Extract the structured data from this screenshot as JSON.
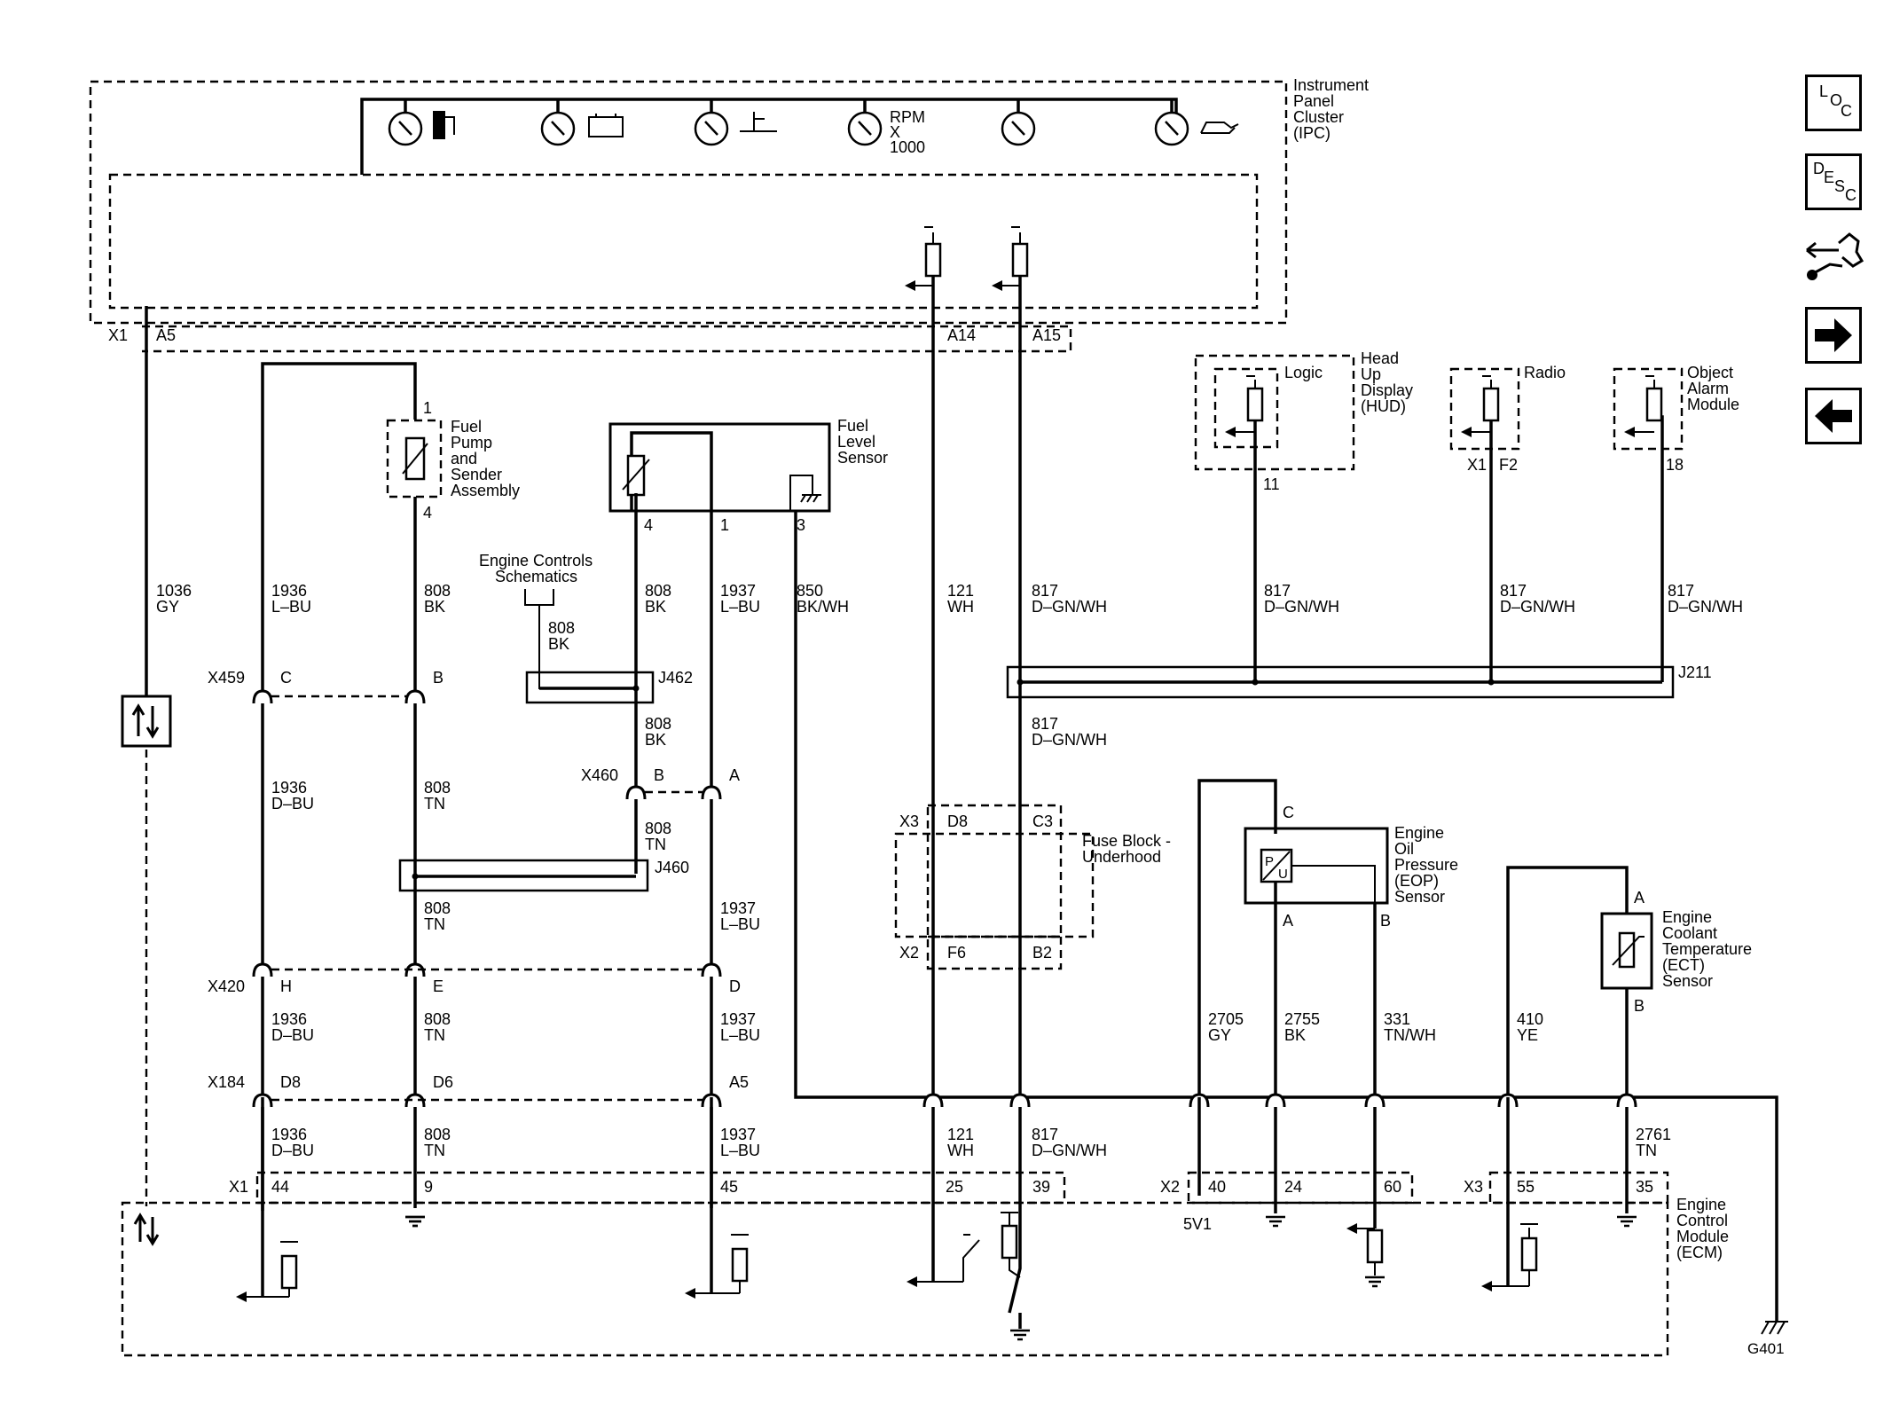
{
  "nav": {
    "loc_parts": [
      "L",
      "O",
      "C"
    ],
    "desc_parts": [
      "D",
      "E",
      "S",
      "C"
    ]
  },
  "modules": {
    "ipc": [
      "Instrument",
      "Panel",
      "Cluster",
      "(IPC)"
    ],
    "rpm": [
      "RPM",
      "X",
      "1000"
    ],
    "fuel_pump": [
      "Fuel",
      "Pump",
      "and",
      "Sender",
      "Assembly"
    ],
    "fuel_level": [
      "Fuel",
      "Level",
      "Sensor"
    ],
    "engine_controls": [
      "Engine Controls",
      "Schematics"
    ],
    "hud": [
      "Head",
      "Up",
      "Display",
      "(HUD)"
    ],
    "logic": "Logic",
    "radio": "Radio",
    "object_alarm": [
      "Object",
      "Alarm",
      "Module"
    ],
    "fuse_block": [
      "Fuse Block -",
      "Underhood"
    ],
    "eop": [
      "Engine",
      "Oil",
      "Pressure",
      "(EOP)",
      "Sensor"
    ],
    "ect": [
      "Engine",
      "Coolant",
      "Temperature",
      "(ECT)",
      "Sensor"
    ],
    "ecm": [
      "Engine",
      "Control",
      "Module",
      "(ECM)"
    ],
    "ground": "G401",
    "five_v": "5V1"
  },
  "connectors": {
    "x1": "X1",
    "x2": "X2",
    "x3": "X3",
    "x184": "X184",
    "x420": "X420",
    "x459": "X459",
    "x460": "X460",
    "j211": "J211",
    "j460": "J460",
    "j462": "J462"
  },
  "pins": {
    "a5": "A5",
    "a14": "A14",
    "a15": "A15",
    "p1": "1",
    "p4": "4",
    "p3": "3",
    "p11": "11",
    "p18": "18",
    "f2": "F2",
    "c": "C",
    "b": "B",
    "a": "A",
    "d8": "D8",
    "c3": "C3",
    "f6": "F6",
    "b2": "B2",
    "h": "H",
    "e": "E",
    "d": "D",
    "d8b": "D8",
    "d6": "D6",
    "a5b": "A5",
    "p44": "44",
    "p9": "9",
    "p45": "45",
    "p25": "25",
    "p39": "39",
    "p40": "40",
    "p24": "24",
    "p60": "60",
    "p55": "55",
    "p35": "35"
  },
  "wires": {
    "w1036": [
      "1036",
      "GY"
    ],
    "w1936lbu": [
      "1936",
      "L–BU"
    ],
    "w808bk": [
      "808",
      "BK"
    ],
    "w1937lbu": [
      "1937",
      "L–BU"
    ],
    "w850": [
      "850",
      "BK/WH"
    ],
    "w121": [
      "121",
      "WH"
    ],
    "w817": [
      "817",
      "D–GN/WH"
    ],
    "w1936dbu": [
      "1936",
      "D–BU"
    ],
    "w808tn": [
      "808",
      "TN"
    ],
    "w2705": [
      "2705",
      "GY"
    ],
    "w2755": [
      "2755",
      "BK"
    ],
    "w331": [
      "331",
      "TN/WH"
    ],
    "w410": [
      "410",
      "YE"
    ],
    "w2761": [
      "2761",
      "TN"
    ]
  }
}
